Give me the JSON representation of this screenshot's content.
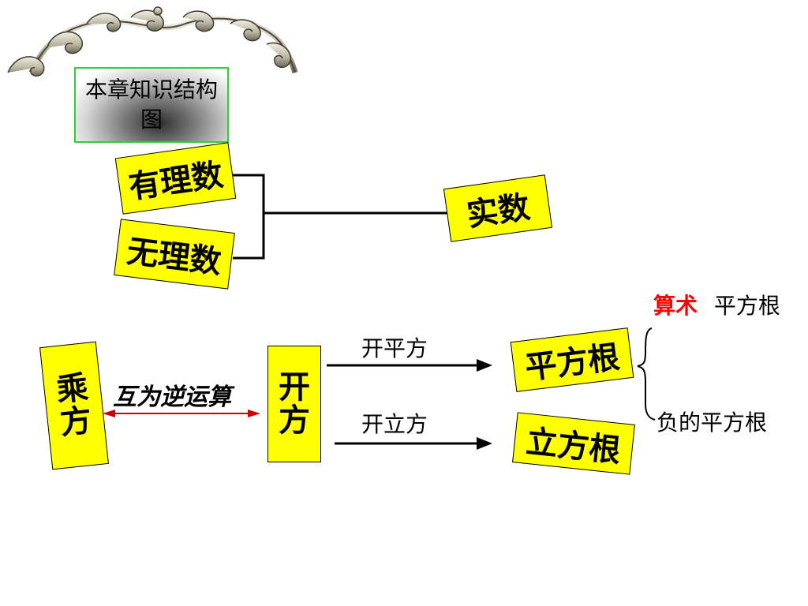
{
  "title": "本章知识结构图",
  "nodes": {
    "rational": "有理数",
    "irrational": "无理数",
    "real": "实数",
    "power_top": "乘",
    "power_bottom": "方",
    "root_top": "开",
    "root_bottom": "方",
    "square_root": "平方根",
    "cube_root": "立方根"
  },
  "labels": {
    "inverse": "互为逆运算",
    "take_square_root": "开平方",
    "take_cube_root": "开立方",
    "arithmetic": "算术",
    "square_root_suffix": "平方根",
    "negative_square_root": "负的平方根"
  },
  "colors": {
    "box_fill": "#ffff00",
    "arithmetic_text": "#ff0000",
    "inverse_text": "#000000",
    "title_border": "#2ed03a",
    "arrow_red": "#cc0000"
  },
  "icons": {
    "ornament": "scroll-ornament-icon"
  }
}
